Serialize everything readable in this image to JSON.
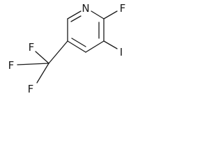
{
  "structure": {
    "atoms": {
      "nitrogen": "N",
      "fluorine_ring": "F",
      "iodine": "I",
      "cf3_fluorine_top": "F",
      "cf3_fluorine_left": "F",
      "cf3_fluorine_bottom": "F"
    }
  }
}
